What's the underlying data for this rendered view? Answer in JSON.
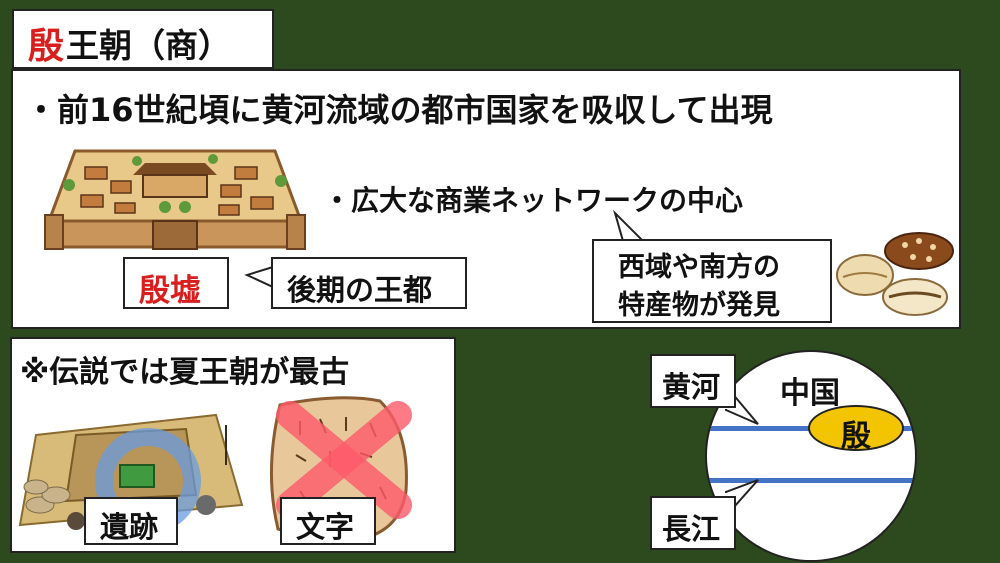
{
  "title": {
    "accent": "殷",
    "rest": "王朝（商）"
  },
  "main": {
    "bullet1": "・前16世紀頃に黄河流域の都市国家を吸収して出現",
    "bullet2": "・広大な商業ネットワークの中心",
    "site_name": "殷墟",
    "site_note": "後期の王都",
    "trade_note_line1": "西域や南方の",
    "trade_note_line2": "特産物が発見"
  },
  "legend": {
    "text": "※伝説では夏王朝が最古",
    "ruins_label": "遺跡",
    "writing_label": "文字"
  },
  "map": {
    "china": "中国",
    "yin": "殷",
    "yellow_river": "黄河",
    "yangtze": "長江"
  },
  "colors": {
    "background": "#2c4a1e",
    "accent_red": "#d91e1e",
    "river_blue": "#4472c4",
    "yin_fill": "#f2c500"
  }
}
